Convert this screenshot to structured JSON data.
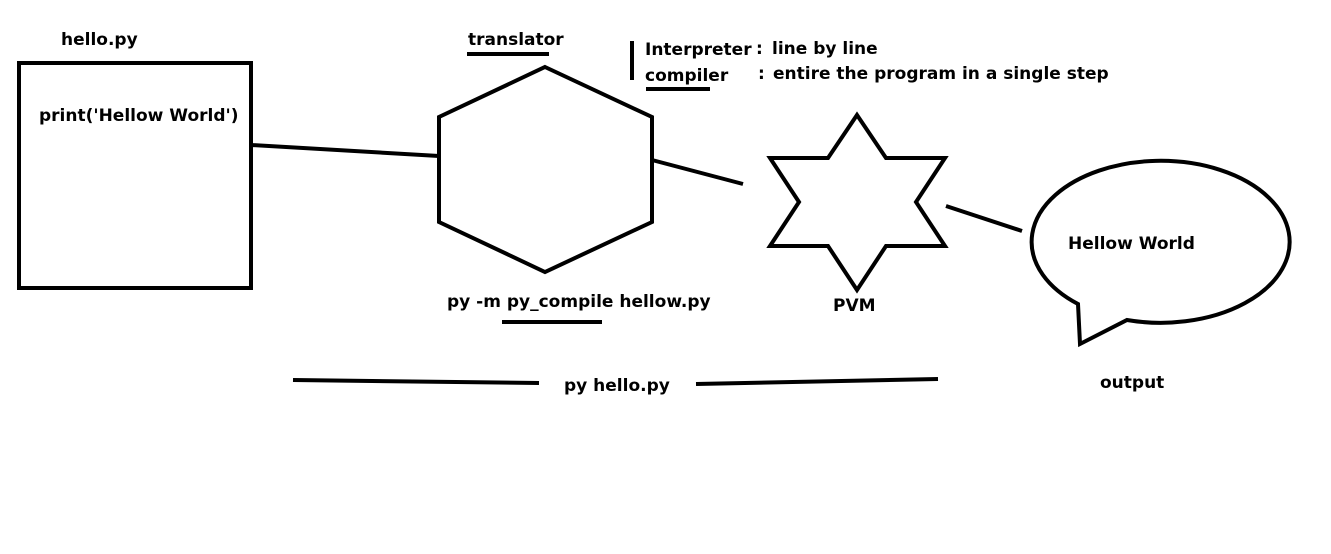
{
  "source_file": {
    "filename": "hello.py",
    "code": "print('Hellow World')"
  },
  "translator": {
    "title": "translator",
    "command": "py -m py_compile hellow.py"
  },
  "definitions": [
    {
      "term": "Interpreter",
      "separator": ":",
      "meaning": "line by line"
    },
    {
      "term": "compiler",
      "separator": ":",
      "meaning": "entire the program in a single step"
    }
  ],
  "pvm": {
    "label": "PVM"
  },
  "output": {
    "bubble_text": "Hellow World",
    "label": "output"
  },
  "run_command": "py hello.py"
}
